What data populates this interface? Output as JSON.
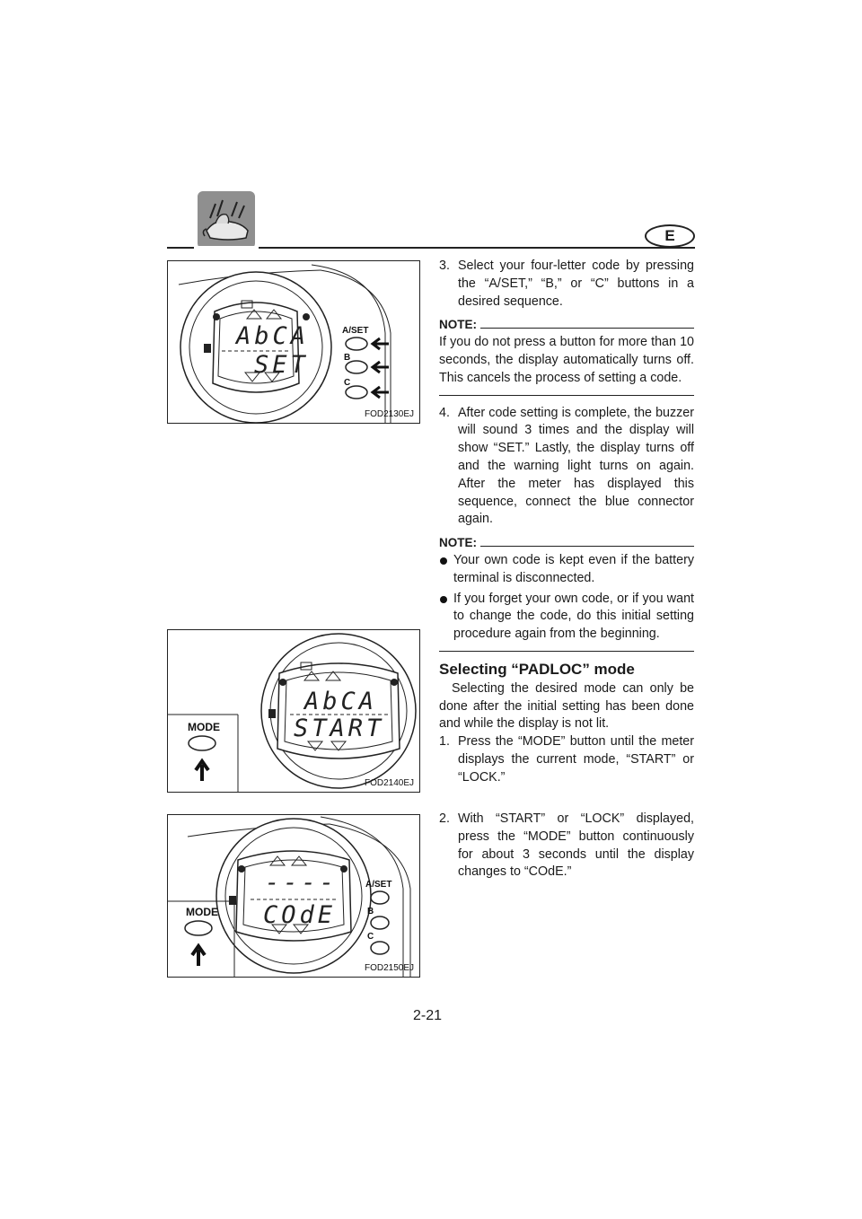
{
  "header": {
    "language_badge": "E",
    "section_icon": "watercraft-icon"
  },
  "figures": [
    {
      "code": "FOD2130EJ",
      "lcd_line1": "AbCA",
      "lcd_line2": "SET",
      "buttons": [
        "A/SET",
        "B",
        "C"
      ]
    },
    {
      "code": "FOD2140EJ",
      "lcd_line1": "AbCA",
      "lcd_line2": "START",
      "mode_label": "MODE"
    },
    {
      "code": "FOD2150EJ",
      "lcd_line1": "----",
      "lcd_line2": "COdE",
      "mode_label": "MODE",
      "buttons": [
        "A/SET",
        "B",
        "C"
      ]
    }
  ],
  "content": {
    "step3_num": "3.",
    "step3_text": "Select your four-letter code by pressing the “A/SET,” “B,” or “C” buttons in a desired sequence.",
    "note1_label": "NOTE:",
    "note1_text": "If you do not press a button for more than 10 seconds, the display automatically turns off. This cancels the process of setting a code.",
    "step4_num": "4.",
    "step4_text": "After code setting is complete, the buzzer will sound 3 times and the display will show “SET.” Lastly, the display turns off and the warning light turns on again. After the meter has displayed this sequence, connect the blue connector again.",
    "note2_label": "NOTE:",
    "note2_bullets": [
      "Your own code is kept even if the battery terminal is disconnected.",
      "If you forget your own code, or if you want to change the code, do this initial setting procedure again from the beginning."
    ],
    "section_title": "Selecting “PADLOC” mode",
    "section_intro": "Selecting the desired mode can only be done after the initial setting has been done and while the display is not lit.",
    "stepb1_num": "1.",
    "stepb1_text": "Press the “MODE” button until the meter displays the current mode, “START” or “LOCK.”",
    "stepb2_num": "2.",
    "stepb2_text": "With “START” or “LOCK” displayed, press the “MODE” button continuously for about 3 seconds until the display changes to “COdE.”"
  },
  "footer": {
    "page_number": "2-21"
  }
}
